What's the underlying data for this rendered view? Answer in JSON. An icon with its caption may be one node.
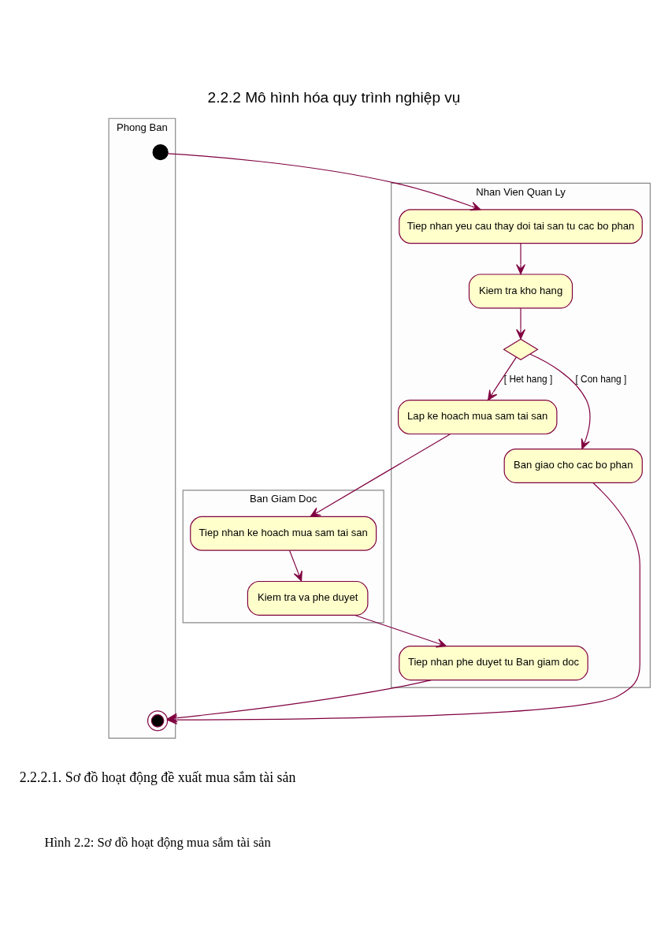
{
  "diagram": {
    "title": "2.2.2 Mô hình hóa quy trình nghiệp vụ",
    "caption": "Hình 2.2: Sơ đồ hoạt động mua sắm tài sản",
    "nodes": [
      {
        "text": [
          "Phong Ban"
        ]
      },
      {
        "text": [
          "Nhan Vien Quan Ly"
        ]
      },
      {
        "text": [
          "Ban Giam Doc"
        ]
      },
      {
        "text": [],
        "shape": "circle",
        "in": 0
      },
      {
        "text": [
          "Tiep nhan yeu cau thay doi tai san tu cac bo phan"
        ],
        "in": 1
      },
      {
        "text": [
          "Kiem tra kho hang"
        ],
        "in": 1
      },
      {
        "text": [],
        "shape": "diamond",
        "in": 1
      },
      {
        "text": [
          "Lap ke hoach mua sam tai san"
        ],
        "in": 1
      },
      {
        "text": [
          "Tiep nhan ke hoach mua sam tai san"
        ],
        "in": 2
      },
      {
        "text": [
          "Ban giao cho cac bo phan"
        ],
        "in": 1
      },
      {
        "text": [
          "Kiem tra va phe duyet"
        ],
        "in": 2
      },
      {
        "text": [
          "Tiep nhan phe duyet tu Ban giam doc"
        ],
        "in": 1
      },
      {
        "text": [],
        "shape": "bullseye",
        "in": 0
      }
    ],
    "edges": [
      {
        "from": 3,
        "to": 4,
        "arrow": "to"
      },
      {
        "from": 4,
        "to": 5,
        "arrow": "to"
      },
      {
        "from": 5,
        "to": 6,
        "arrow": "to"
      },
      {
        "from": 6,
        "to": 7,
        "arrow": "to",
        "label": "[ Het hang ]"
      },
      {
        "from": 6,
        "to": 9,
        "arrow": "to",
        "label": "[ Con hang ]"
      },
      {
        "from": 7,
        "to": 8,
        "arrow": "to"
      },
      {
        "from": 8,
        "to": 10,
        "arrow": "to"
      },
      {
        "from": 10,
        "to": 11,
        "arrow": "to"
      },
      {
        "from": 11,
        "to": 12,
        "arrow": "to"
      },
      {
        "from": 9,
        "to": 12,
        "arrow": "to"
      }
    ],
    "labels": [
      "2.2.2.1. Sơ đồ hoạt động đề xuất mua sắm tài sản"
    ]
  }
}
